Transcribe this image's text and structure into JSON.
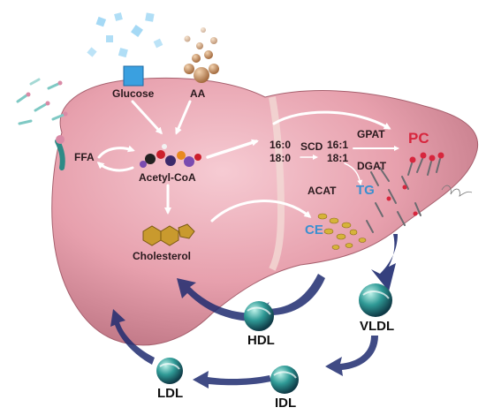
{
  "colors": {
    "liver": "#e7a0ad",
    "liver_dark": "#b9707f",
    "liver_light": "#f6cbd3",
    "pc": "#d7263d",
    "tg": "#3a8fd0",
    "ce": "#3a8fd0",
    "arrow_navy": "#1f2b70"
  },
  "labels": {
    "glucose": "Glucose",
    "aa": "AA",
    "ffa": "FFA",
    "acetyl_coa": "Acetyl-CoA",
    "cholesterol": "Cholesterol",
    "fa_160": "16:0",
    "fa_180": "18:0",
    "scd": "SCD",
    "fa_161": "16:1",
    "fa_181": "18:1",
    "gpat": "GPAT",
    "dgat": "DGAT",
    "acat": "ACAT",
    "pc": "PC",
    "tg": "TG",
    "ce": "CE",
    "hdl": "HDL",
    "vldl": "VLDL",
    "idl": "IDL",
    "ldl": "LDL"
  },
  "icons": [
    "glucose-cube-icon",
    "amino-acid-spheres-icon",
    "fatty-acid-molecules-icon",
    "acetyl-coa-molecule-icon",
    "cholesterol-molecule-icon",
    "lipoprotein-sphere-icon"
  ]
}
